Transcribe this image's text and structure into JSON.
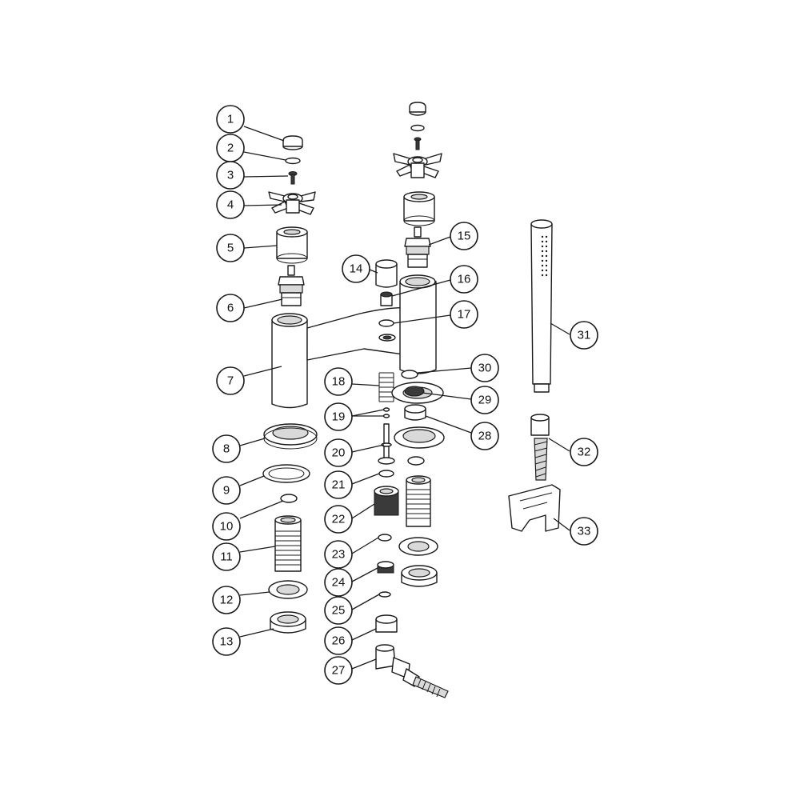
{
  "callouts": [
    {
      "label": "1"
    },
    {
      "label": "2"
    },
    {
      "label": "3"
    },
    {
      "label": "4"
    },
    {
      "label": "5"
    },
    {
      "label": "6"
    },
    {
      "label": "7"
    },
    {
      "label": "8"
    },
    {
      "label": "9"
    },
    {
      "label": "10"
    },
    {
      "label": "11"
    },
    {
      "label": "12"
    },
    {
      "label": "13"
    },
    {
      "label": "14"
    },
    {
      "label": "15"
    },
    {
      "label": "16"
    },
    {
      "label": "17"
    },
    {
      "label": "18"
    },
    {
      "label": "19"
    },
    {
      "label": "20"
    },
    {
      "label": "21"
    },
    {
      "label": "22"
    },
    {
      "label": "23"
    },
    {
      "label": "24"
    },
    {
      "label": "25"
    },
    {
      "label": "26"
    },
    {
      "label": "27"
    },
    {
      "label": "28"
    },
    {
      "label": "29"
    },
    {
      "label": "30"
    },
    {
      "label": "31"
    },
    {
      "label": "32"
    },
    {
      "label": "33"
    }
  ]
}
